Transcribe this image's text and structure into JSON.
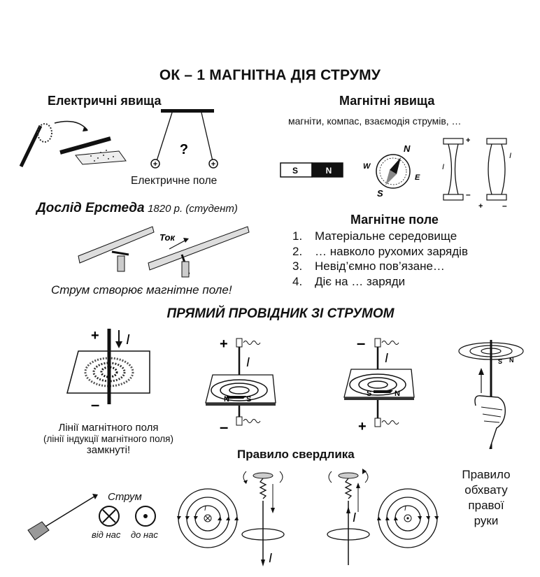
{
  "title": "ОК – 1   МАГНІТНА ДІЯ СТРУМУ",
  "electric": {
    "heading": "Електричні явища",
    "field_caption": "Електричне поле",
    "question": "?",
    "plus": "+"
  },
  "magnetic": {
    "heading": "Магнітні явища",
    "subtitle": "магніти, компас, взаємодія струмів, …",
    "magnet_s": "S",
    "magnet_n": "N",
    "compass": {
      "n": "N",
      "s": "S",
      "e": "E",
      "w": "W"
    },
    "current_label": "I",
    "plus": "+",
    "minus": "–"
  },
  "oersted": {
    "heading": "Дослід Ерстеда",
    "meta": "1820 р. (студент)",
    "tok": "Ток",
    "conclusion": "Струм створює магнітне поле!"
  },
  "field": {
    "heading": "Магнітне поле",
    "items": [
      {
        "num": "1.",
        "text": "Матеріальне середовище"
      },
      {
        "num": "2.",
        "text": "… навколо рухомих зарядів"
      },
      {
        "num": "3.",
        "text": "Невід’ємно пов’язане…"
      },
      {
        "num": "4.",
        "text": "Діє на … заряди"
      }
    ]
  },
  "straight": {
    "heading": "ПРЯМИЙ ПРОВІДНИК ЗІ СТРУМОМ",
    "caption_line1": "Лінії магнітного поля",
    "caption_line2": "(лінії індукції магнітного поля)",
    "caption_line3": "замкнуті!",
    "plus": "+",
    "minus": "–",
    "current_label": "I",
    "s": "S",
    "n": "N"
  },
  "gimlet": {
    "heading": "Правило свердлика",
    "current_word": "Струм",
    "away": "від нас",
    "toward": "до нас",
    "current_label": "I"
  },
  "right_hand": {
    "line1": "Правило",
    "line2": "обхвату",
    "line3": "правої",
    "line4": "руки"
  }
}
